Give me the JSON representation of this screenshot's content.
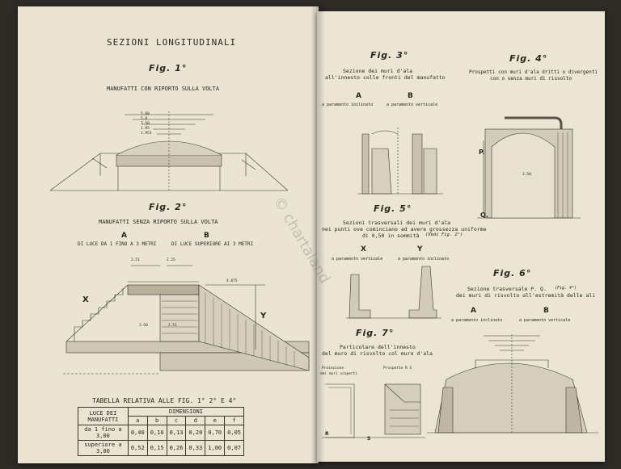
{
  "left_page": {
    "heading": "SEZIONI LONGITUDINALI",
    "fig1": {
      "label": "Fig. 1°",
      "caption": "MANUFATTI CON RIPORTO SULLA VOLTA",
      "dims": [
        "5.00",
        "5.0",
        "3.50",
        "1.95",
        "1.953"
      ]
    },
    "fig2": {
      "label": "Fig. 2°",
      "caption": "MANUFATTI SENZA RIPORTO SULLA VOLTA",
      "label_a": "A",
      "label_b": "B",
      "sub_a": "DI LUCE DA 1 FINO A 3 METRI",
      "sub_b": "DI LUCE SUPERIORE AI 3 METRI",
      "x": "X",
      "y": "Y",
      "dims": [
        "2.51",
        "2.25",
        "4.875",
        "3.50",
        "2.51"
      ]
    },
    "table": {
      "title": "TABELLA RELATIVA ALLE FIG. 1° 2° E 4°",
      "col_luce": "LUCE DEI MANUFATTI",
      "col_dim": "DIMENSIONI",
      "letters": [
        "a",
        "b",
        "c",
        "d",
        "e",
        "f"
      ],
      "rows": [
        {
          "luce": "da 1 fino a 3,00",
          "values": [
            "0,40",
            "0,10",
            "0,13",
            "0,20",
            "0,70",
            "0,05"
          ]
        },
        {
          "luce": "superiore a 3,00",
          "values": [
            "0,52",
            "0,15",
            "0,26",
            "0,33",
            "1,00",
            "0,07"
          ]
        }
      ]
    }
  },
  "right_page": {
    "fig3": {
      "label": "Fig. 3°",
      "caption1": "Sezione dei muri d'ala",
      "caption2": "all'innesto colle fronti del manufatto",
      "label_a": "A",
      "label_b": "B",
      "sub_a": "a paramento inclinato",
      "sub_b": "a paramento verticale"
    },
    "fig4": {
      "label": "Fig. 4°",
      "caption1": "Prospetti con muri d'ala dritti o divergenti",
      "caption2": "con o senza muri di risvolto",
      "p": "P.",
      "q": "Q.",
      "dim": "3.50"
    },
    "fig5": {
      "label": "Fig. 5°",
      "caption1": "Sezioni trasversali dei muri d'ala",
      "caption2": "nei punti ove cominciano ad avere grossezza uniforme",
      "caption3": "di 0,50 in sommità",
      "ref": "(Vedi Fig. 2°)",
      "label_x": "X",
      "label_y": "Y",
      "sub_x": "a paramento verticale",
      "sub_y": "a paramento inclinato"
    },
    "fig6": {
      "label": "Fig. 6°",
      "caption1": "Sezione trasversale P. Q.",
      "ref": "(Fig. 4°)",
      "caption2": "dei muri di risvolto all'estremità delle ali",
      "label_a": "A",
      "label_b": "B",
      "sub_a": "a paramento inclinato",
      "sub_b": "a paramento verticale"
    },
    "fig7": {
      "label": "Fig. 7°",
      "caption1": "Particolare dell'innesto",
      "caption2": "del muro di risvolto col muro d'ala",
      "proiezione1": "Proiezione",
      "proiezione2": "dei muri scoperti",
      "prospetto": "Prospetto R S",
      "r": "R",
      "s": "S"
    }
  },
  "watermark": "© chartaland"
}
